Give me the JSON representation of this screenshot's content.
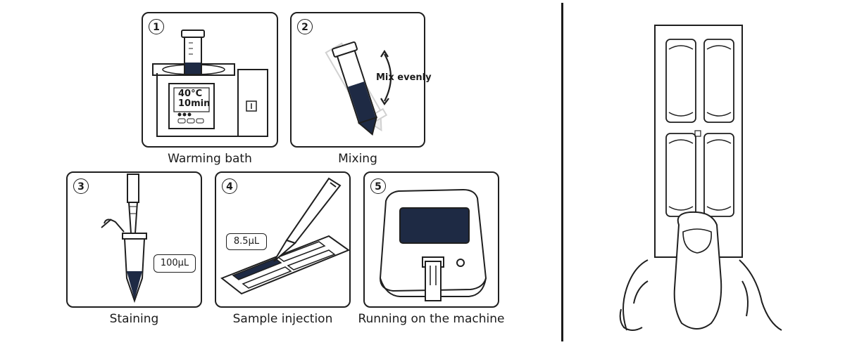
{
  "steps": [
    {
      "num": "1",
      "caption": "Warming bath",
      "display_line1": "40°C",
      "display_line2": "10min"
    },
    {
      "num": "2",
      "caption": "Mixing",
      "annotation": "Mix evenly"
    },
    {
      "num": "3",
      "caption": "Staining",
      "volume": "100μL"
    },
    {
      "num": "4",
      "caption": "Sample injection",
      "volume": "8.5μL"
    },
    {
      "num": "5",
      "caption": "Running on the machine"
    }
  ],
  "colors": {
    "ink": "#1f1f1f",
    "fill": "#1e2a44",
    "grey": "#9a9a9a"
  }
}
